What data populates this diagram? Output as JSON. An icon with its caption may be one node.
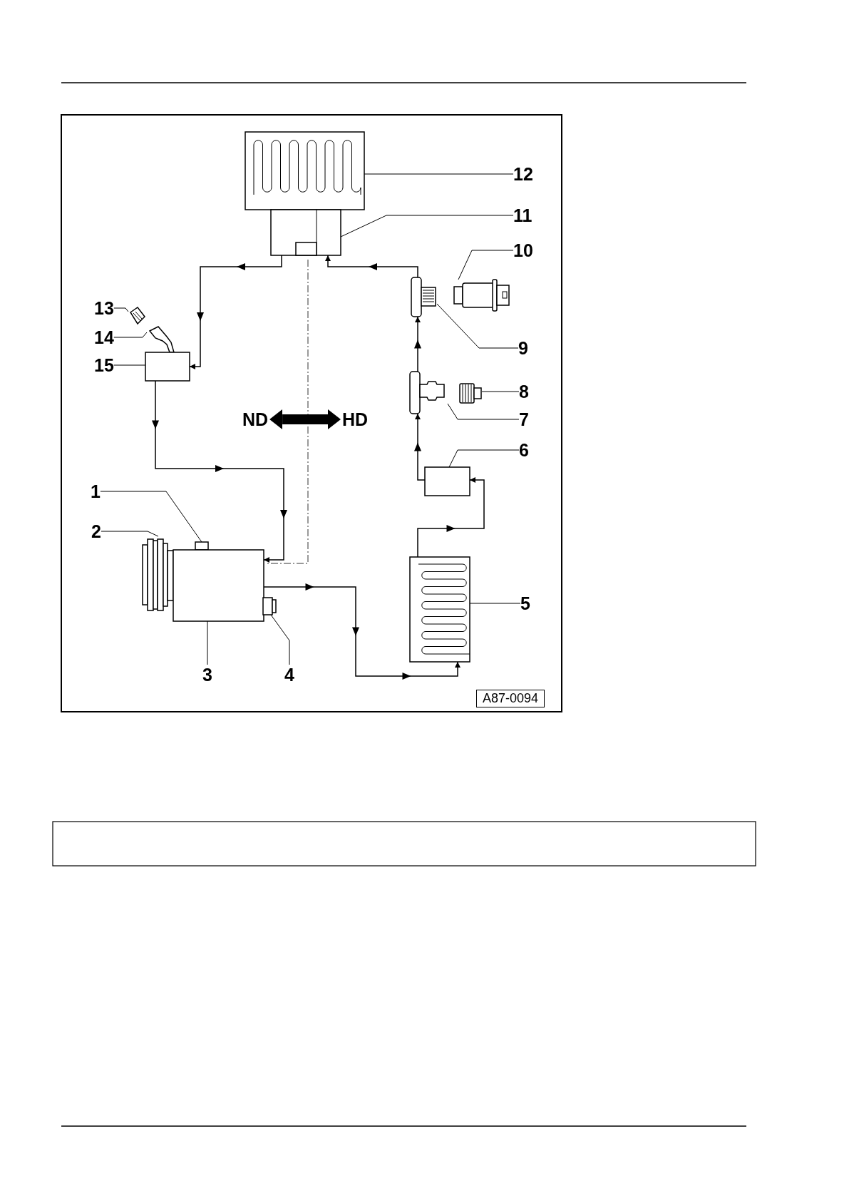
{
  "diagram": {
    "nodes": [
      {
        "text": [],
        "shape": "box"
      },
      {
        "text": [],
        "shape": "box"
      },
      {
        "text": [],
        "shape": "box"
      },
      {
        "text": [],
        "shape": "box"
      },
      {
        "text": [],
        "shape": "box"
      },
      {
        "text": [],
        "shape": "box"
      },
      {
        "text": [],
        "shape": "box"
      },
      {
        "text": [],
        "shape": "box"
      },
      {
        "text": [],
        "shape": "box"
      },
      {
        "text": [],
        "shape": "box"
      },
      {
        "text": [],
        "shape": "box"
      },
      {
        "text": [],
        "shape": "box"
      },
      {
        "text": [],
        "shape": "box"
      },
      {
        "text": [],
        "shape": "box"
      },
      {
        "text": [],
        "shape": "box"
      },
      {
        "text": [
          "12"
        ]
      },
      {
        "text": [
          "11"
        ]
      },
      {
        "text": [
          "10"
        ]
      },
      {
        "text": [
          "13"
        ]
      },
      {
        "text": [
          "14"
        ]
      },
      {
        "text": [
          "15"
        ]
      },
      {
        "text": [
          "9"
        ]
      },
      {
        "text": [
          "8"
        ]
      },
      {
        "text": [
          "7"
        ]
      },
      {
        "text": [
          "ND"
        ]
      },
      {
        "text": [
          "HD"
        ]
      },
      {
        "text": [
          "6"
        ]
      },
      {
        "text": [
          "1"
        ]
      },
      {
        "text": [
          "2"
        ]
      },
      {
        "text": [
          "5"
        ]
      },
      {
        "text": [
          "3"
        ]
      },
      {
        "text": [
          "4"
        ]
      },
      {
        "text": [],
        "shape": "box"
      }
    ],
    "edges": [
      {
        "from": 1,
        "to": 6,
        "arrow": "to"
      },
      {
        "from": 6,
        "to": 13,
        "arrow": "to"
      },
      {
        "from": 13,
        "to": 10,
        "arrow": "to"
      },
      {
        "from": 10,
        "to": 9,
        "arrow": "to"
      },
      {
        "from": 9,
        "to": 7,
        "arrow": "to"
      },
      {
        "from": 7,
        "to": 2,
        "arrow": "to"
      },
      {
        "from": 2,
        "to": 1,
        "arrow": "to"
      },
      {
        "from": 24,
        "to": 25,
        "arrow": "both",
        "style": "thick"
      },
      {
        "from": 15,
        "to": 0,
        "arrow": "none"
      },
      {
        "from": 16,
        "to": 1,
        "arrow": "none"
      },
      {
        "from": 17,
        "to": 3,
        "arrow": "none"
      },
      {
        "from": 18,
        "to": 5,
        "arrow": "none"
      },
      {
        "from": 19,
        "to": 4,
        "arrow": "none"
      },
      {
        "from": 20,
        "to": 6,
        "arrow": "none"
      },
      {
        "from": 21,
        "to": 2,
        "arrow": "none"
      },
      {
        "from": 22,
        "to": 8,
        "arrow": "none"
      },
      {
        "from": 23,
        "to": 7,
        "arrow": "none"
      },
      {
        "from": 26,
        "to": 9,
        "arrow": "none"
      },
      {
        "from": 27,
        "to": 12,
        "arrow": "none"
      },
      {
        "from": 28,
        "to": 11,
        "arrow": "none"
      },
      {
        "from": 29,
        "to": 10,
        "arrow": "none"
      },
      {
        "from": 30,
        "to": 13,
        "arrow": "none"
      },
      {
        "from": 31,
        "to": 14,
        "arrow": "none"
      }
    ],
    "labels": [
      "A87-0094"
    ]
  }
}
